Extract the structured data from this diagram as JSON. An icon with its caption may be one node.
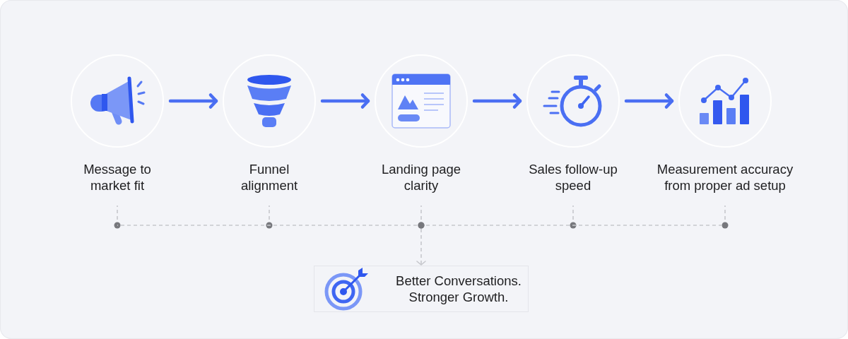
{
  "diagram": {
    "nodes": [
      {
        "text": [
          "Message to market fit"
        ]
      },
      {
        "text": [
          "Funnel alignment"
        ]
      },
      {
        "text": [
          "Landing page clarity"
        ]
      },
      {
        "text": [
          "Sales follow-up speed"
        ]
      },
      {
        "text": [
          "Measurement accuracy from proper ad setup"
        ]
      },
      {
        "text": [
          "Better Conversations. Stronger Growth."
        ]
      }
    ],
    "edges": [
      {
        "from": 0,
        "to": 1,
        "arrow": "to",
        "style": "thick",
        "color": "#4a6ef2"
      },
      {
        "from": 1,
        "to": 2,
        "arrow": "to",
        "style": "thick",
        "color": "#4a6ef2"
      },
      {
        "from": 2,
        "to": 3,
        "arrow": "to",
        "style": "thick",
        "color": "#4a6ef2"
      },
      {
        "from": 3,
        "to": 4,
        "arrow": "to",
        "style": "thick",
        "color": "#4a6ef2"
      },
      {
        "from": 0,
        "to": 5,
        "arrow": "to",
        "style": "dashed",
        "color": "#c6c7cc"
      },
      {
        "from": 1,
        "to": 5,
        "arrow": "to",
        "style": "dashed",
        "color": "#c6c7cc"
      },
      {
        "from": 2,
        "to": 5,
        "arrow": "to",
        "style": "dashed",
        "color": "#c6c7cc"
      },
      {
        "from": 3,
        "to": 5,
        "arrow": "to",
        "style": "dashed",
        "color": "#c6c7cc"
      },
      {
        "from": 4,
        "to": 5,
        "arrow": "to",
        "style": "dashed",
        "color": "#c6c7cc"
      }
    ]
  }
}
